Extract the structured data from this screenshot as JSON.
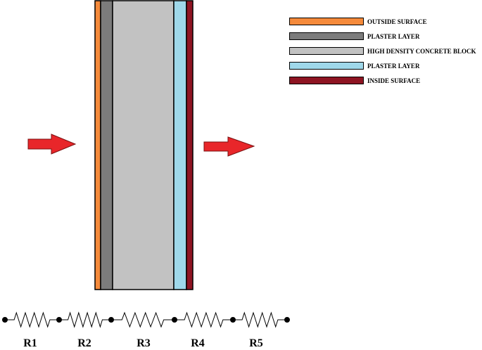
{
  "layers": [
    {
      "id": "outside-surface",
      "label": "OUTSIDE SURFACE",
      "color": "#f58a3b"
    },
    {
      "id": "plaster-layer-outer",
      "label": "PLASTER LAYER",
      "color": "#7c7c7c"
    },
    {
      "id": "concrete-block",
      "label": "HIGH DENSITY CONCRETE BLOCK",
      "color": "#c2c2c2"
    },
    {
      "id": "plaster-layer-inner",
      "label": "PLASTER LAYER",
      "color": "#9fd8ea"
    },
    {
      "id": "inside-surface",
      "label": "INSIDE SURFACE",
      "color": "#8e1422"
    }
  ],
  "resistors": [
    "R1",
    "R2",
    "R3",
    "R4",
    "R5"
  ],
  "arrow_color": "#e8262a"
}
